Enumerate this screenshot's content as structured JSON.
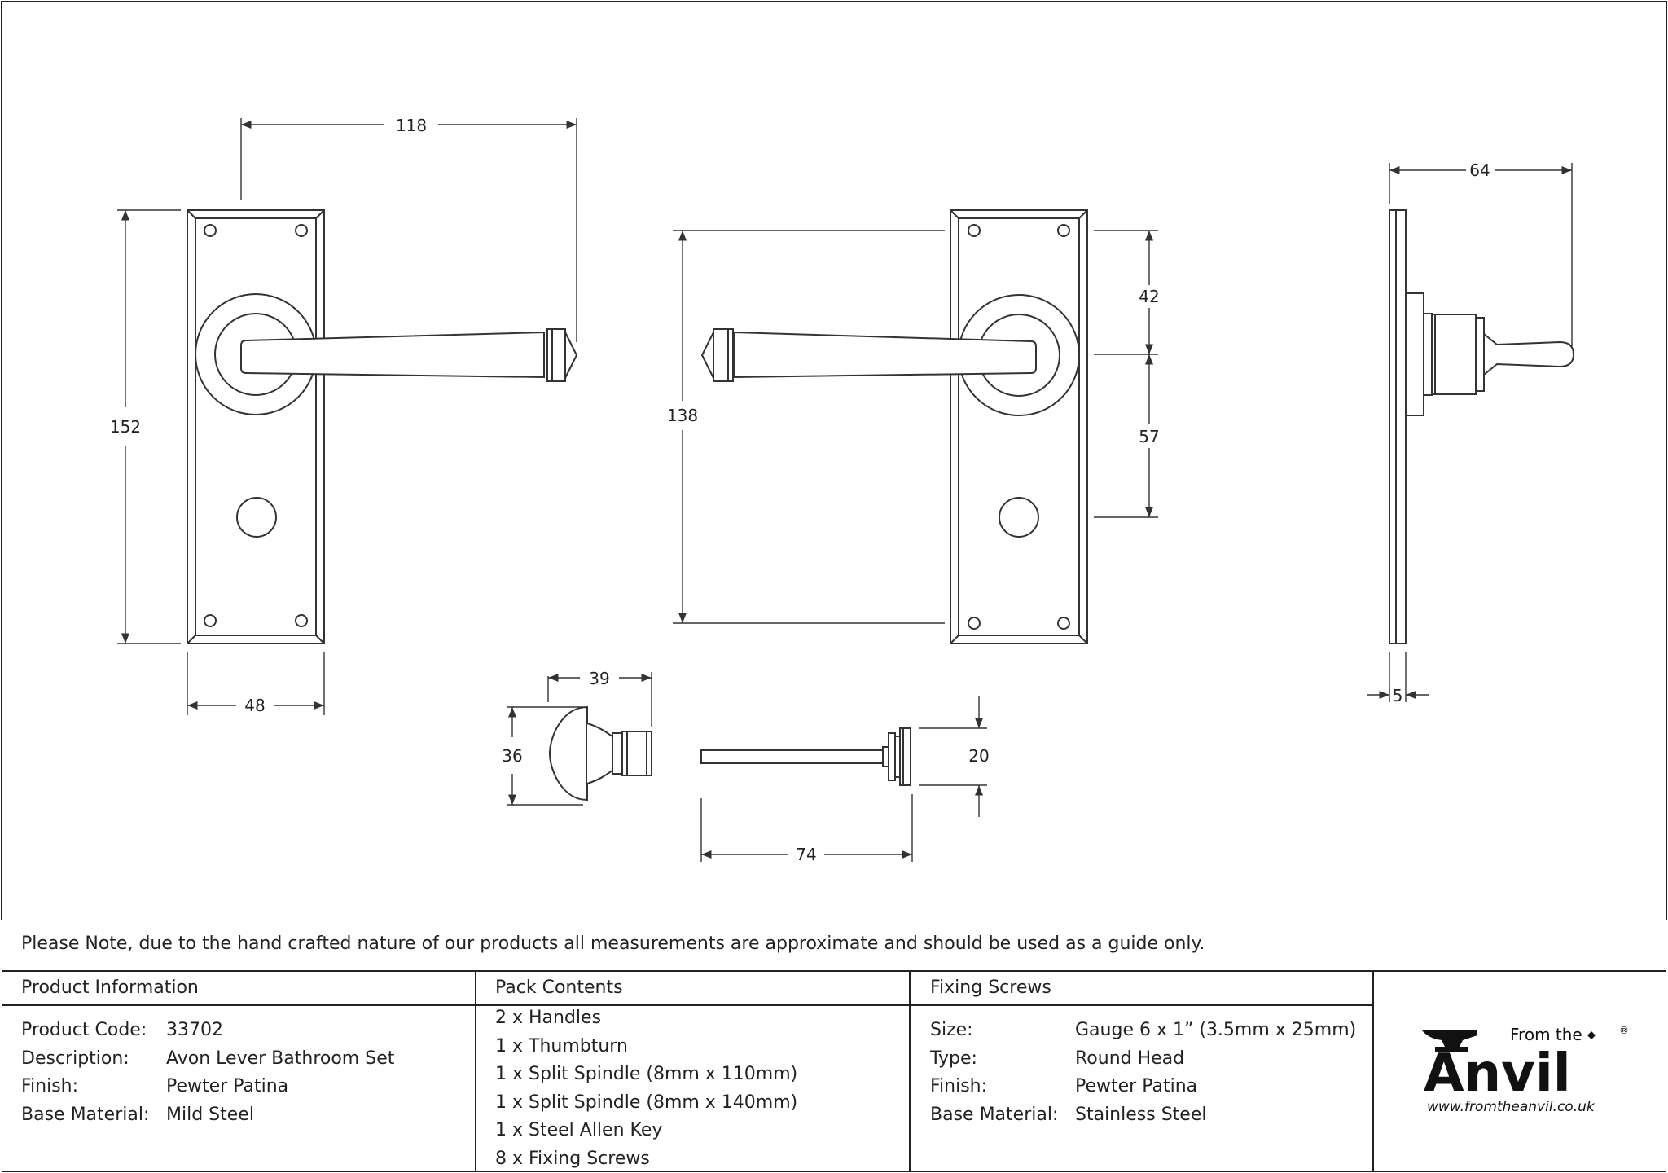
{
  "dimensions": {
    "front_width": "48",
    "front_height": "152",
    "lever_reach": "118",
    "rear_spindle_to_screw": "138",
    "top_to_spindle": "42",
    "spindle_to_turn": "57",
    "projection": "64",
    "plate_thickness": "5",
    "thumbturn_length": "39",
    "thumbturn_diameter": "36",
    "release_length": "74",
    "release_diameter": "20"
  },
  "note": "Please Note, due to the hand crafted nature of our products all measurements are approximate and should be used as a guide only.",
  "product_info": {
    "header": "Product Information",
    "rows": [
      {
        "label": "Product Code:",
        "value": "33702"
      },
      {
        "label": "Description:",
        "value": "Avon Lever Bathroom Set"
      },
      {
        "label": "Finish:",
        "value": "Pewter Patina"
      },
      {
        "label": "Base Material:",
        "value": "Mild Steel"
      }
    ]
  },
  "pack_contents": {
    "header": "Pack Contents",
    "items": [
      "2 x Handles",
      "1 x Thumbturn",
      "1 x Split Spindle (8mm x 110mm)",
      "1 x Split Spindle (8mm x 140mm)",
      "1 x Steel Allen Key",
      "8 x Fixing Screws"
    ]
  },
  "fixing_screws": {
    "header": "Fixing Screws",
    "rows": [
      {
        "label": "Size:",
        "value": "Gauge 6 x 1” (3.5mm x 25mm)"
      },
      {
        "label": "Type:",
        "value": "Round Head"
      },
      {
        "label": "Finish:",
        "value": "Pewter Patina"
      },
      {
        "label": "Base Material:",
        "value": "Stainless Steel"
      }
    ]
  },
  "logo": {
    "from_the": "From the",
    "anvil": "Anvil",
    "url": "www.fromtheanvil.co.uk",
    "registered": "®"
  },
  "colors": {
    "line": "#333333",
    "text": "#222222",
    "border": "#222222"
  }
}
